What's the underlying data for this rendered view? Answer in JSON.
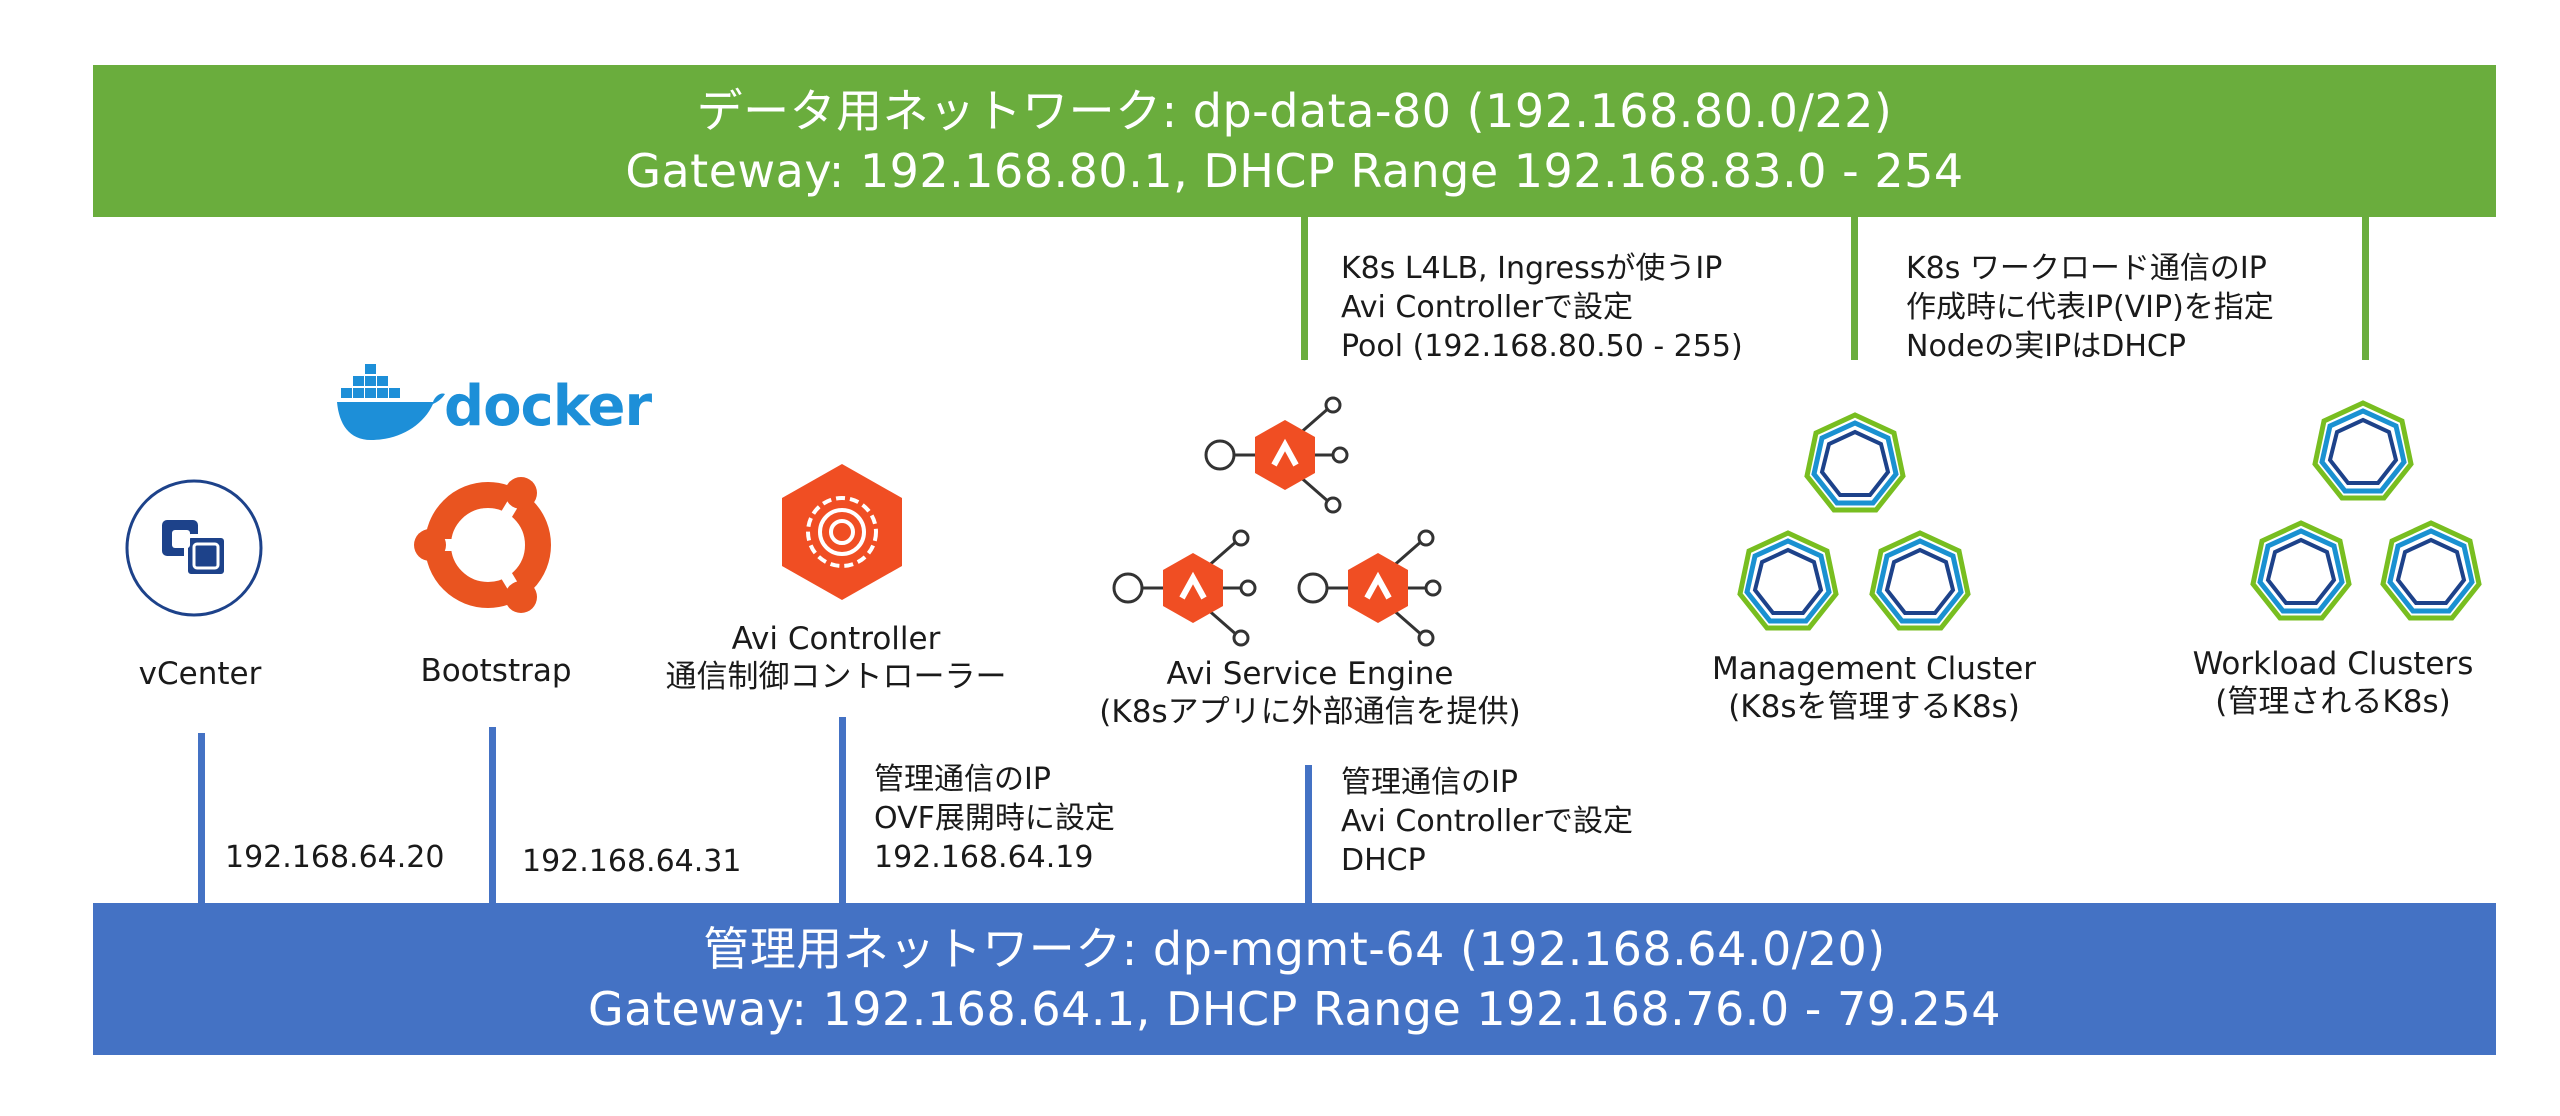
{
  "data_network": {
    "line1": "データ用ネットワーク: dp-data-80 (192.168.80.0/22)",
    "line2": "Gateway: 192.168.80.1, DHCP Range 192.168.83.0 - 254",
    "color": "#6aad3d"
  },
  "mgmt_network": {
    "line1": "管理用ネットワーク: dp-mgmt-64 (192.168.64.0/20)",
    "line2": "Gateway: 192.168.64.1, DHCP Range 192.168.76.0 - 79.254",
    "color": "#4472c4"
  },
  "notes": {
    "se_data": [
      "K8s L4LB, Ingressが使うIP",
      "Avi Controllerで設定",
      "Pool (192.168.80.50 - 255)"
    ],
    "k8s_data": [
      "K8s ワークロード通信のIP",
      "作成時に代表IP(VIP)を指定",
      "Nodeの実IPはDHCP"
    ],
    "controller_mgmt": [
      "管理通信のIP",
      "OVF展開時に設定",
      "192.168.64.19"
    ],
    "se_mgmt": [
      "管理通信のIP",
      "Avi Controllerで設定",
      "DHCP"
    ]
  },
  "ips": {
    "vcenter": "192.168.64.20",
    "bootstrap": "192.168.64.31"
  },
  "components": {
    "vcenter": "vCenter",
    "bootstrap": "Bootstrap",
    "docker": "docker",
    "controller": [
      "Avi Controller",
      "通信制御コントローラー"
    ],
    "service_engine": [
      "Avi Service Engine",
      "(K8sアプリに外部通信を提供)"
    ],
    "mgmt_cluster": [
      "Management Cluster",
      "(K8sを管理するK8s)"
    ],
    "workload_clusters": [
      "Workload Clusters",
      "(管理されるK8s)"
    ]
  },
  "colors": {
    "avi_orange": "#f04e23",
    "ubuntu_orange": "#e95420",
    "docker_blue": "#1d8fd8",
    "vmware_blue": "#1d428a",
    "k8s_blue": "#1a91d1",
    "k8s_green": "#78be20"
  },
  "icons": [
    "vcenter-icon",
    "docker-icon",
    "ubuntu-icon",
    "avi-controller-icon",
    "avi-service-engine-icon",
    "kubernetes-cluster-icon"
  ]
}
